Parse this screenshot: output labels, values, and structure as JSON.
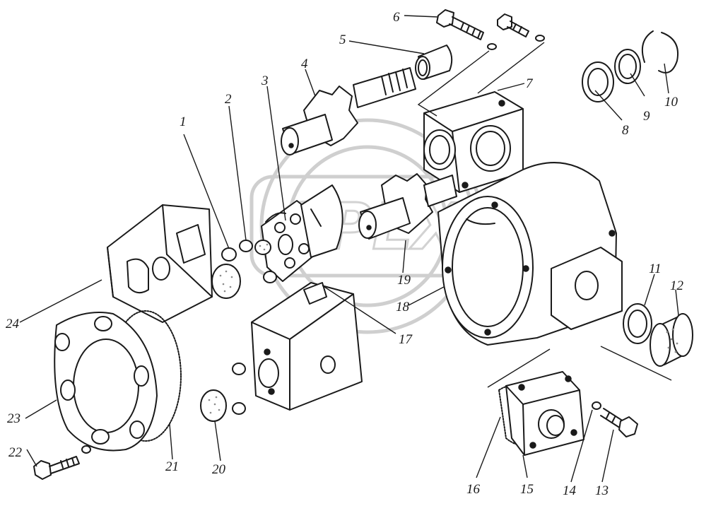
{
  "parts": [
    {
      "id": "part-1",
      "label": "1"
    },
    {
      "id": "part-2",
      "label": "2"
    },
    {
      "id": "part-3",
      "label": "3"
    },
    {
      "id": "part-4",
      "label": "4"
    },
    {
      "id": "part-5",
      "label": "5"
    },
    {
      "id": "part-6",
      "label": "6"
    },
    {
      "id": "part-7",
      "label": "7"
    },
    {
      "id": "part-8",
      "label": "8"
    },
    {
      "id": "part-9",
      "label": "9"
    },
    {
      "id": "part-10",
      "label": "10"
    },
    {
      "id": "part-11",
      "label": "11"
    },
    {
      "id": "part-12",
      "label": "12"
    },
    {
      "id": "part-13",
      "label": "13"
    },
    {
      "id": "part-14",
      "label": "14"
    },
    {
      "id": "part-15",
      "label": "15"
    },
    {
      "id": "part-16",
      "label": "16"
    },
    {
      "id": "part-17",
      "label": "17"
    },
    {
      "id": "part-18",
      "label": "18"
    },
    {
      "id": "part-19",
      "label": "19"
    },
    {
      "id": "part-20",
      "label": "20"
    },
    {
      "id": "part-21",
      "label": "21"
    },
    {
      "id": "part-22",
      "label": "22"
    },
    {
      "id": "part-23",
      "label": "23"
    },
    {
      "id": "part-24",
      "label": "24"
    }
  ],
  "watermark": {
    "text": "GPLX"
  },
  "colors": {
    "ink": "#1a1a1a",
    "watermark": "#cfcfcf",
    "background": "#ffffff"
  }
}
